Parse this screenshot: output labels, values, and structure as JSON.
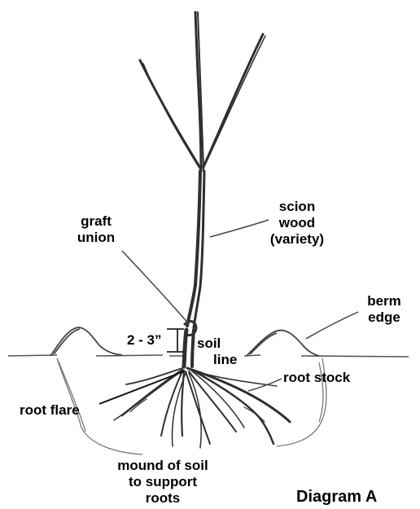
{
  "labels": {
    "scion_wood": [
      "scion",
      "wood",
      "(variety)"
    ],
    "graft_union": [
      "graft",
      "union"
    ],
    "berm_edge": [
      "berm",
      "edge"
    ],
    "gap": "2 - 3”",
    "soil_line": [
      "soil",
      "line"
    ],
    "root_stock": "root stock",
    "root_flare": "root flare",
    "mound": [
      "mound of soil",
      "to support",
      "roots"
    ]
  },
  "title": "Diagram A",
  "colors": {
    "ink": "#000000",
    "pencil": "#3a3a3a",
    "background": "#ffffff"
  }
}
